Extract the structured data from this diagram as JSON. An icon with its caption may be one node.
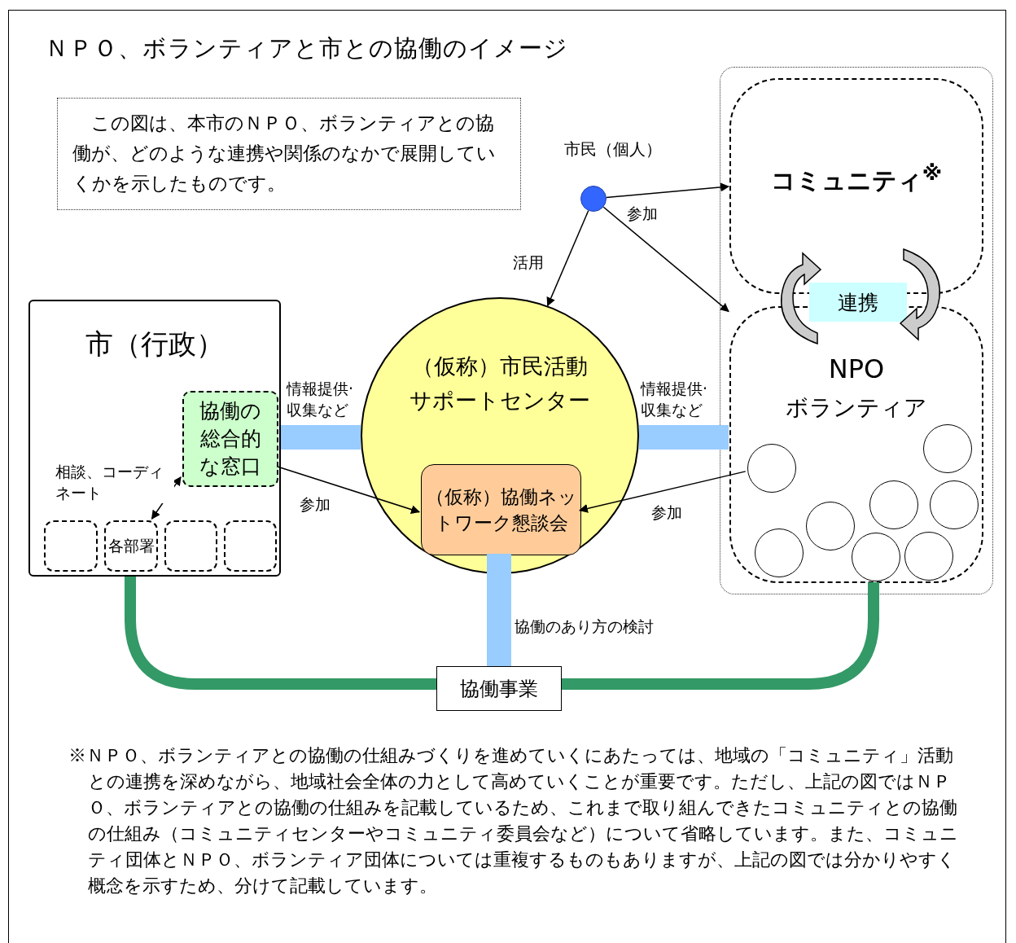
{
  "diagram": {
    "title": "ＮＰＯ、ボランティアと市との協働のイメージ",
    "nodes": [
      {
        "text": [
          "この図は、本市のＮＰＯ、ボランティアとの協働が、どのような連携や関係のなかで展開していくかを示したものです。"
        ]
      },
      {
        "text": [
          "市（行政）"
        ]
      },
      {
        "text": [
          "協働の総合的な窓口"
        ],
        "in": 1
      },
      {
        "text": [],
        "shape": "box",
        "in": 1
      },
      {
        "text": [
          "各部署"
        ],
        "in": 1
      },
      {
        "text": [],
        "shape": "box",
        "in": 1
      },
      {
        "text": [],
        "shape": "box",
        "in": 1
      },
      {
        "text": [
          "市民（個人）"
        ]
      },
      {
        "text": [
          "（仮称）市民活動サポートセンター"
        ]
      },
      {
        "text": [
          "（仮称）協働ネットワーク懇談会"
        ],
        "in": 8
      },
      {
        "text": [],
        "shape": "box"
      },
      {
        "text": [
          "コミュニティ$^{※}$"
        ],
        "in": 10
      },
      {
        "text": [
          "連携"
        ],
        "in": 10
      },
      {
        "text": [
          "NPO",
          "ボランティア"
        ],
        "in": 10
      },
      {
        "text": [],
        "shape": "circle",
        "in": 13
      },
      {
        "text": [],
        "shape": "circle",
        "in": 13
      },
      {
        "text": [],
        "shape": "circle",
        "in": 13
      },
      {
        "text": [],
        "shape": "circle",
        "in": 13
      },
      {
        "text": [],
        "shape": "circle",
        "in": 13
      },
      {
        "text": [],
        "shape": "circle",
        "in": 13
      },
      {
        "text": [],
        "shape": "circle",
        "in": 13
      },
      {
        "text": [],
        "shape": "circle",
        "in": 13
      },
      {
        "text": [
          "協働事業"
        ]
      }
    ],
    "edges": [
      {
        "from": 7,
        "to": 11,
        "arrow": "to",
        "label": "参加"
      },
      {
        "from": 7,
        "to": 8,
        "arrow": "to",
        "label": "活用"
      },
      {
        "from": 7,
        "to": 13,
        "arrow": "to"
      },
      {
        "from": 2,
        "to": 9,
        "arrow": "to",
        "label": "参加"
      },
      {
        "from": 14,
        "to": 9,
        "arrow": "to",
        "label": "参加"
      },
      {
        "from": 4,
        "to": 2,
        "arrow": "both",
        "label": "相談、コーディネート"
      },
      {
        "from": 1,
        "to": 8,
        "arrow": "none",
        "style": "thick",
        "color": "#99ccff",
        "label": "情報提供·収集など"
      },
      {
        "from": 8,
        "to": 13,
        "arrow": "none",
        "style": "thick",
        "color": "#99ccff",
        "label": "情報提供·収集など"
      },
      {
        "from": 9,
        "to": 22,
        "arrow": "none",
        "style": "thick",
        "color": "#99ccff",
        "label": "協働のあり方の検討"
      },
      {
        "from": 1,
        "to": 22,
        "arrow": "none",
        "style": "thick",
        "color": "#339966"
      },
      {
        "from": 13,
        "to": 22,
        "arrow": "none",
        "style": "thick",
        "color": "#339966"
      }
    ],
    "labels": [
      "※ＮＰＯ、ボランティアとの協働の仕組みづくりを進めていくにあたっては、地域の「コミュニティ」活動との連携を深めながら、地域社会全体の力として高めていくことが重要です。ただし、上記の図ではＮＰＯ、ボランティアとの協働の仕組みを記載しているため、これまで取り組んできたコミュニティとの協働の仕組み（コミュニティセンターやコミュニティ委員会など）について省略しています。また、コミュニティ団体とＮＰＯ、ボランティア団体については重複するものもありますが、上記の図では分かりやすく概念を示すため、分けて記載しています。"
    ]
  }
}
